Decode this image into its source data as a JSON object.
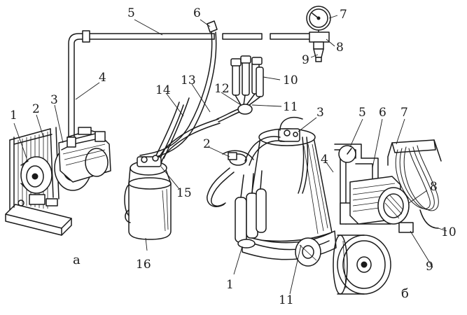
{
  "labels_a": [
    "1",
    "2",
    "3",
    "4",
    "5",
    "6",
    "7",
    "8",
    "9",
    "10",
    "11",
    "12",
    "13",
    "14",
    "15",
    "16"
  ],
  "labels_b": [
    "1",
    "2",
    "3",
    "4",
    "5",
    "6",
    "7",
    "8",
    "9",
    "10",
    "11"
  ],
  "sublabel_a": "а",
  "sublabel_b": "б",
  "colors": {
    "ink": "#1a1a1a",
    "paper": "#ffffff"
  }
}
